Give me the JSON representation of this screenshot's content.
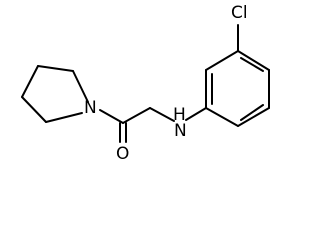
{
  "diagram": {
    "type": "chemical-structure",
    "atom_labels": {
      "chlorine": "Cl",
      "amine": "H",
      "amine_n": "N",
      "pyrrolidine_n": "N",
      "carbonyl_o": "O"
    },
    "colors": {
      "bond": "#000000",
      "label": "#000000",
      "background": "#ffffff"
    }
  }
}
